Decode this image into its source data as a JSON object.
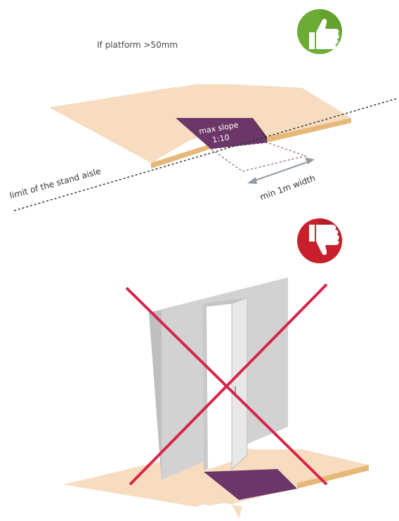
{
  "caption": "If platform >50mm",
  "labels": {
    "ramp_line1": "max slope",
    "ramp_line2": "1:10",
    "aisle": "limit of the stand aisle",
    "width": "min 1m width"
  },
  "colors": {
    "platform_top": "#f7dcc0",
    "platform_edge": "#e6b878",
    "ramp": "#6b3768",
    "good": "#6cab34",
    "bad": "#c8202b",
    "cross": "#d4264a",
    "wall": "#d2d2d2",
    "arrow": "#8e9aa6"
  },
  "icons": {
    "good": "thumbs-up-icon",
    "bad": "thumbs-down-icon"
  }
}
